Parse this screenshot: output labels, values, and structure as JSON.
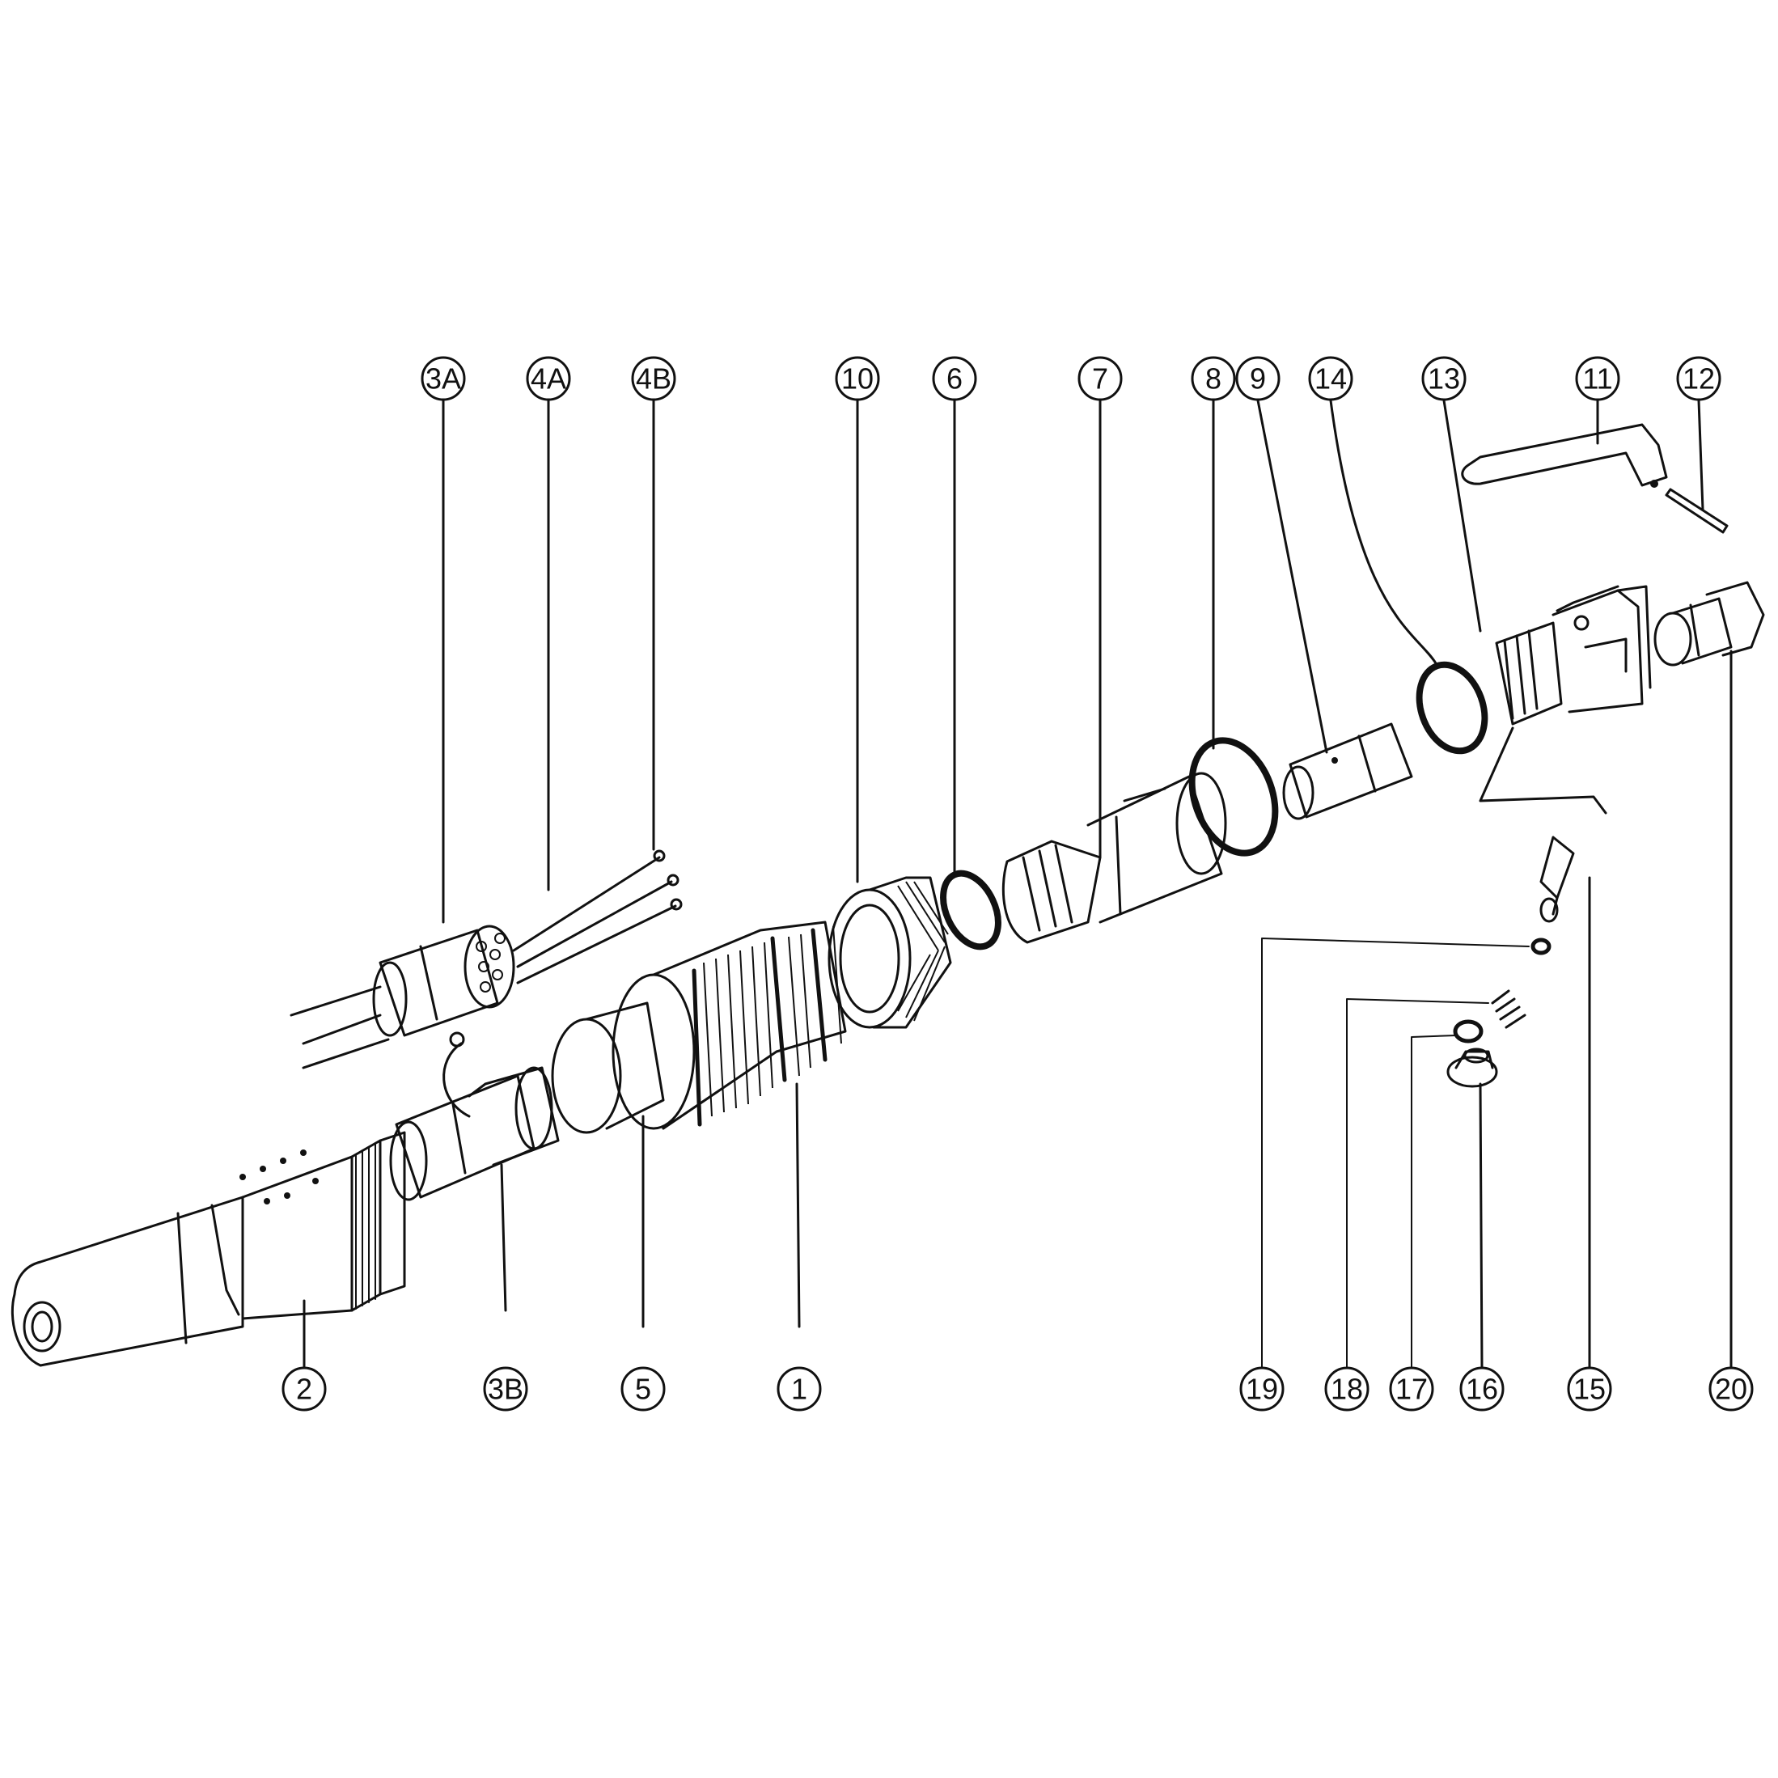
{
  "callouts": [
    {
      "id": "c3a",
      "label": "3A"
    },
    {
      "id": "c4a",
      "label": "4A"
    },
    {
      "id": "c4b",
      "label": "4B"
    },
    {
      "id": "c10",
      "label": "10"
    },
    {
      "id": "c6",
      "label": "6"
    },
    {
      "id": "c7",
      "label": "7"
    },
    {
      "id": "c8",
      "label": "8"
    },
    {
      "id": "c9",
      "label": "9"
    },
    {
      "id": "c14",
      "label": "14"
    },
    {
      "id": "c13",
      "label": "13"
    },
    {
      "id": "c11",
      "label": "11"
    },
    {
      "id": "c12",
      "label": "12"
    },
    {
      "id": "c2",
      "label": "2"
    },
    {
      "id": "c3b",
      "label": "3B"
    },
    {
      "id": "c5",
      "label": "5"
    },
    {
      "id": "c1",
      "label": "1"
    },
    {
      "id": "c19",
      "label": "19"
    },
    {
      "id": "c18",
      "label": "18"
    },
    {
      "id": "c17",
      "label": "17"
    },
    {
      "id": "c16",
      "label": "16"
    },
    {
      "id": "c15",
      "label": "15"
    },
    {
      "id": "c20",
      "label": "20"
    }
  ]
}
